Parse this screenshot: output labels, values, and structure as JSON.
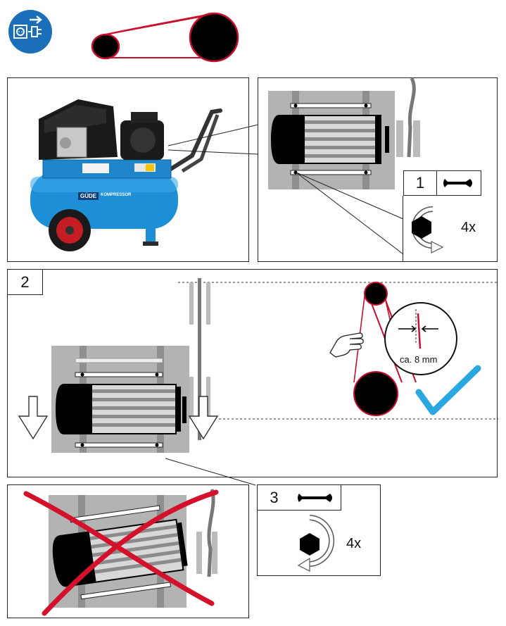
{
  "compressor": {
    "brand": "GÜDE",
    "model_label": "KOMPRESSOR"
  },
  "step1": {
    "number": "1",
    "bolt_count": "4x",
    "tool_icon": "wrench-icon"
  },
  "step2": {
    "number": "2",
    "gauge_label": "ca. 8 mm",
    "ok_icon": "checkmark-icon",
    "hand_icon": "hand-icon"
  },
  "step3": {
    "number": "3",
    "bolt_count": "4x",
    "tool_icon": "wrench-icon"
  },
  "header": {
    "safety_icon": "unplug-icon",
    "belt_icon": "belt-drive-icon"
  },
  "colors": {
    "safety_blue": "#1a6fb8",
    "belt_red": "#c8102e",
    "check_blue": "#2aa6e0",
    "cross_red": "#d3112a",
    "motor_gray": "#b3b3b3",
    "compressor_blue": "#1e8fd6"
  }
}
